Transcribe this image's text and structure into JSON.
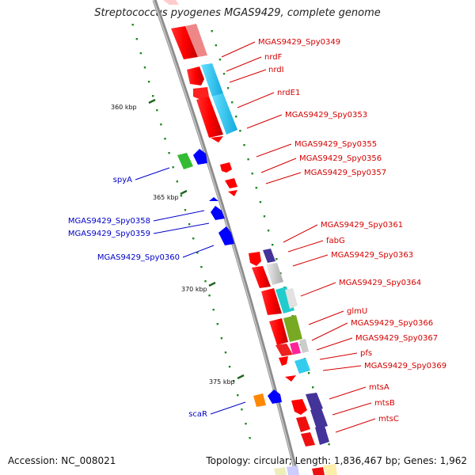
{
  "title": "Streptococcus pyogenes MGAS9429, complete genome",
  "footer": {
    "accession": "Accession: NC_008021",
    "topology": "Topology: circular; Length: 1,836,467 bp; Genes: 1,962"
  },
  "ticks": [
    "360 kbp",
    "365 kbp",
    "370 kbp",
    "375 kbp"
  ],
  "genes_right": [
    "MGAS9429_Spy0349",
    "nrdF",
    "nrdI",
    "nrdE1",
    "MGAS9429_Spy0353",
    "MGAS9429_Spy0355",
    "MGAS9429_Spy0356",
    "MGAS9429_Spy0357",
    "MGAS9429_Spy0361",
    "fabG",
    "MGAS9429_Spy0363",
    "MGAS9429_Spy0364",
    "glmU",
    "MGAS9429_Spy0366",
    "MGAS9429_Spy0367",
    "pfs",
    "MGAS9429_Spy0369",
    "mtsA",
    "mtsB",
    "mtsC"
  ],
  "genes_left": [
    "spyA",
    "MGAS9429_Spy0358",
    "MGAS9429_Spy0359",
    "MGAS9429_Spy0360",
    "scaR"
  ],
  "colors": {
    "forward_strand": "#ff0000",
    "reverse_strand": "#0000ff",
    "backbone": "#8c8c8c",
    "right_labels": "#d40000",
    "left_labels": "#0000c8",
    "cog_cyan": "#33ccee",
    "cog_green": "#33bb33",
    "cog_olive": "#77aa22",
    "cog_pink": "#ff2299",
    "cog_orange": "#ff8800",
    "cog_navy": "#443399",
    "cog_teal": "#22cccc",
    "cog_grey": "#bbbbbb"
  }
}
